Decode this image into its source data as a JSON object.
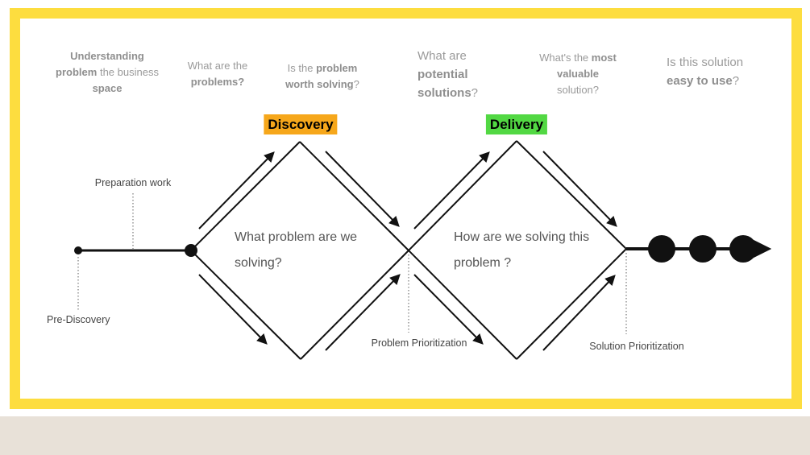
{
  "colors": {
    "frame_yellow": "#FDDD3F",
    "footer_beige": "#E8E1D8",
    "discovery_orange": "#F6A71B",
    "delivery_green": "#52D843",
    "header_gray": "#9A9A9A",
    "ink": "#111111"
  },
  "headers": [
    {
      "parts": [
        {
          "t": "Understanding problem",
          "b": true
        },
        {
          "t": " the business ",
          "b": false
        },
        {
          "t": "space",
          "b": true
        }
      ]
    },
    {
      "parts": [
        {
          "t": "What are the ",
          "b": false
        },
        {
          "t": "problems?",
          "b": true
        },
        {
          "t": "",
          "b": false
        }
      ]
    },
    {
      "parts": [
        {
          "t": "Is the ",
          "b": false
        },
        {
          "t": "problem worth solving",
          "b": true
        },
        {
          "t": "?",
          "b": false
        }
      ]
    },
    {
      "parts": [
        {
          "t": "What are ",
          "b": false
        },
        {
          "t": "potential solutions",
          "b": true
        },
        {
          "t": "?",
          "b": false
        }
      ]
    },
    {
      "parts": [
        {
          "t": "What's the ",
          "b": false
        },
        {
          "t": "most valuable ",
          "b": true
        },
        {
          "t": "solution?",
          "b": false
        }
      ]
    },
    {
      "parts": [
        {
          "t": "Is this solution ",
          "b": false
        },
        {
          "t": "easy to use",
          "b": true
        },
        {
          "t": "?",
          "b": false
        }
      ]
    }
  ],
  "badges": {
    "discovery": {
      "label": "Discovery",
      "style": "background:#F6A71B"
    },
    "delivery": {
      "label": "Delivery",
      "style": "background:#52D843"
    }
  },
  "diamonds": {
    "first_question": "What problem are we solving?",
    "second_question": "How are we solving this problem ?"
  },
  "annotations": {
    "preparation_work": "Preparation work",
    "pre_discovery": "Pre-Discovery",
    "problem_prioritization": "Problem Prioritization",
    "solution_prioritization": "Solution Prioritization"
  }
}
